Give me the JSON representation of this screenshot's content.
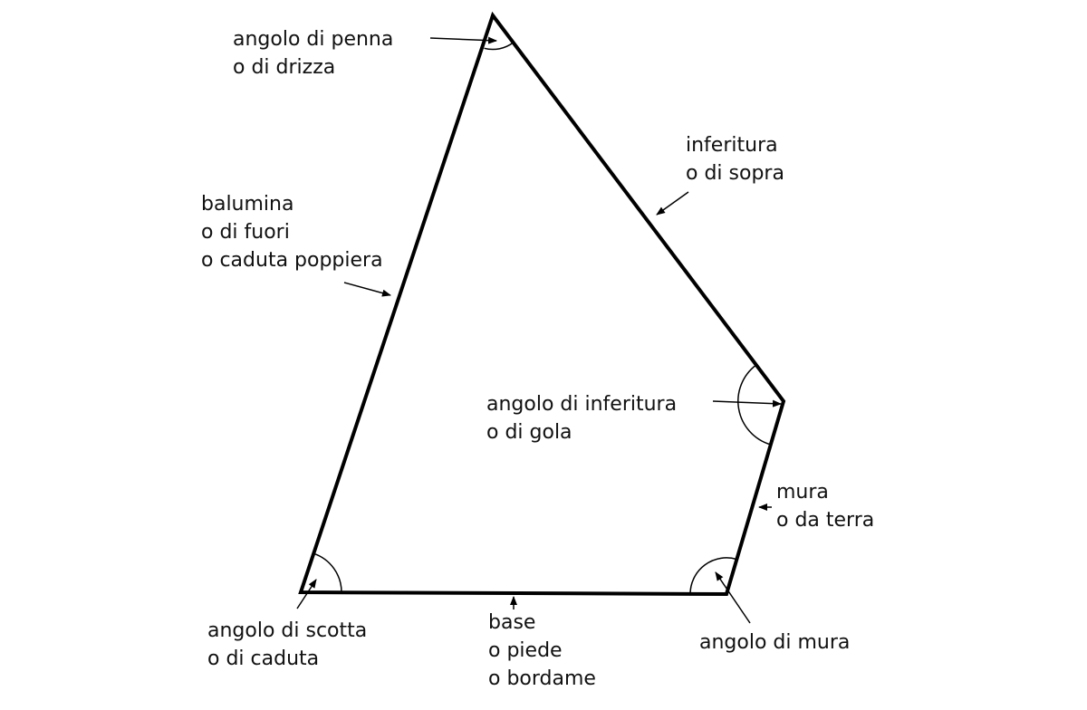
{
  "colors": {
    "line": "#000000",
    "text": "#111111",
    "background": "#ffffff"
  },
  "labels": {
    "head": [
      "angolo di penna",
      "o di drizza"
    ],
    "luff": [
      "inferitura",
      "o di sopra"
    ],
    "leech": [
      "balumina",
      "o di fuori",
      "o caduta poppiera"
    ],
    "throat": [
      "angolo di inferitura",
      "o di gola"
    ],
    "tack_edge": [
      "mura",
      "o da terra"
    ],
    "clew": [
      "angolo di scotta",
      "o di caduta"
    ],
    "foot": [
      "base",
      "o piede",
      "o bordame"
    ],
    "tack": [
      "angolo di mura"
    ]
  }
}
